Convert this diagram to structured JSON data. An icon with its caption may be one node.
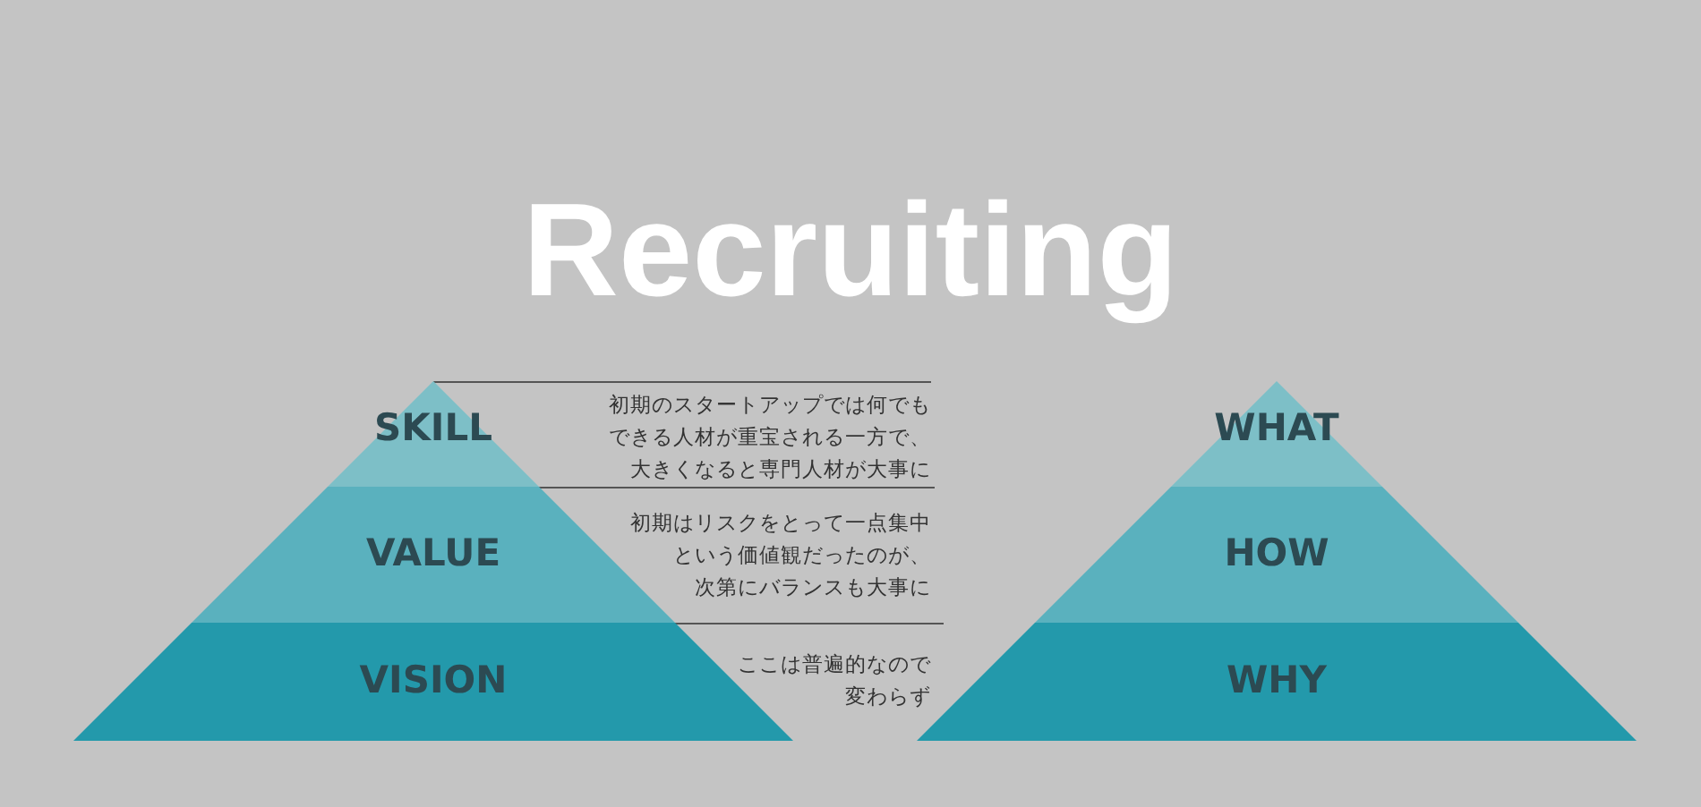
{
  "diagram": {
    "title": "Recruiting",
    "nodes": [
      {
        "text": [
          "SKILL"
        ]
      },
      {
        "text": [
          "VALUE"
        ]
      },
      {
        "text": [
          "VISION"
        ]
      },
      {
        "text": [
          "WHAT"
        ]
      },
      {
        "text": [
          "HOW"
        ]
      },
      {
        "text": [
          "WHY"
        ]
      }
    ],
    "edges": [],
    "labels": [
      "初期のスタートアップでは何でもできる人材が重宝される一方で、大きくなると専門人材が大事に",
      "初期はリスクをとって一点集中という価値観だったのが、次第にバランスも大事に",
      "ここは普遍的なので変わらず"
    ]
  }
}
